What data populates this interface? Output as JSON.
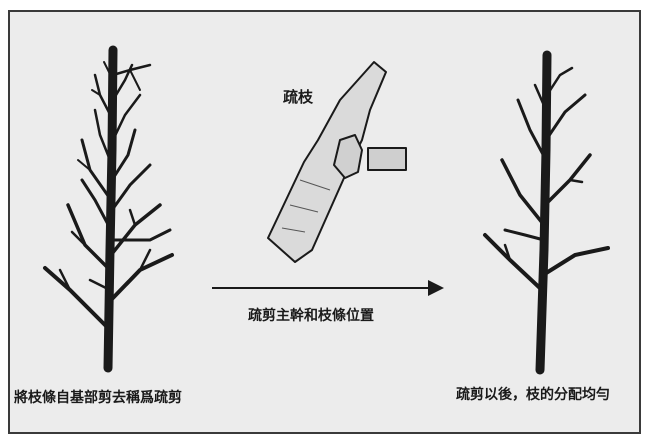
{
  "labels": {
    "thinning": "疏枝",
    "caption": "疏剪主幹和枝條位置",
    "left_caption": "將枝條自基部剪去稱爲疏剪",
    "right_caption": "疏剪以後，枝的分配均勻"
  },
  "colors": {
    "panel_bg": "#ececec",
    "ink": "#1a1a1a",
    "border": "#3a3a3a"
  }
}
